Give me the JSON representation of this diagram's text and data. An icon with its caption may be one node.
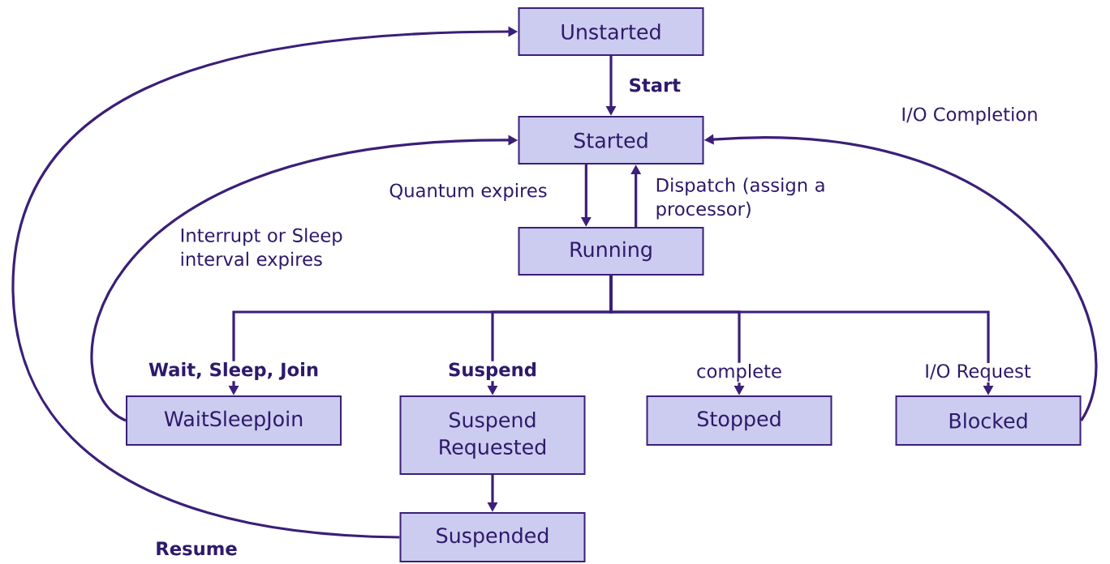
{
  "diagram": {
    "nodes": [
      {
        "text": [
          "Unstarted"
        ]
      },
      {
        "text": [
          "Started"
        ]
      },
      {
        "text": [
          "Running"
        ]
      },
      {
        "text": [
          "WaitSleepJoin"
        ]
      },
      {
        "text": [
          "Suspend Requested"
        ]
      },
      {
        "text": [
          "Stopped"
        ]
      },
      {
        "text": [
          "Blocked"
        ]
      },
      {
        "text": [
          "Suspended"
        ]
      }
    ],
    "edges": [
      {
        "from": 0,
        "to": 1,
        "arrow": "to",
        "label": "Start"
      },
      {
        "from": 1,
        "to": 2,
        "arrow": "to",
        "label": "Quantum expires"
      },
      {
        "from": 2,
        "to": 1,
        "arrow": "to",
        "label": "Dispatch (assign a processor)"
      },
      {
        "from": 2,
        "to": 3,
        "arrow": "to",
        "label": "Wait, Sleep, Join"
      },
      {
        "from": 2,
        "to": 4,
        "arrow": "to",
        "label": "Suspend"
      },
      {
        "from": 2,
        "to": 5,
        "arrow": "to",
        "label": "complete"
      },
      {
        "from": 2,
        "to": 6,
        "arrow": "to",
        "label": "I/O Request"
      },
      {
        "from": 3,
        "to": 1,
        "arrow": "to",
        "label": "Interrupt or Sleep interval expires"
      },
      {
        "from": 6,
        "to": 1,
        "arrow": "to",
        "label": "I/O Completion"
      },
      {
        "from": 4,
        "to": 7,
        "arrow": "to"
      },
      {
        "from": 7,
        "to": 0,
        "arrow": "to",
        "label": "Resume"
      }
    ]
  }
}
